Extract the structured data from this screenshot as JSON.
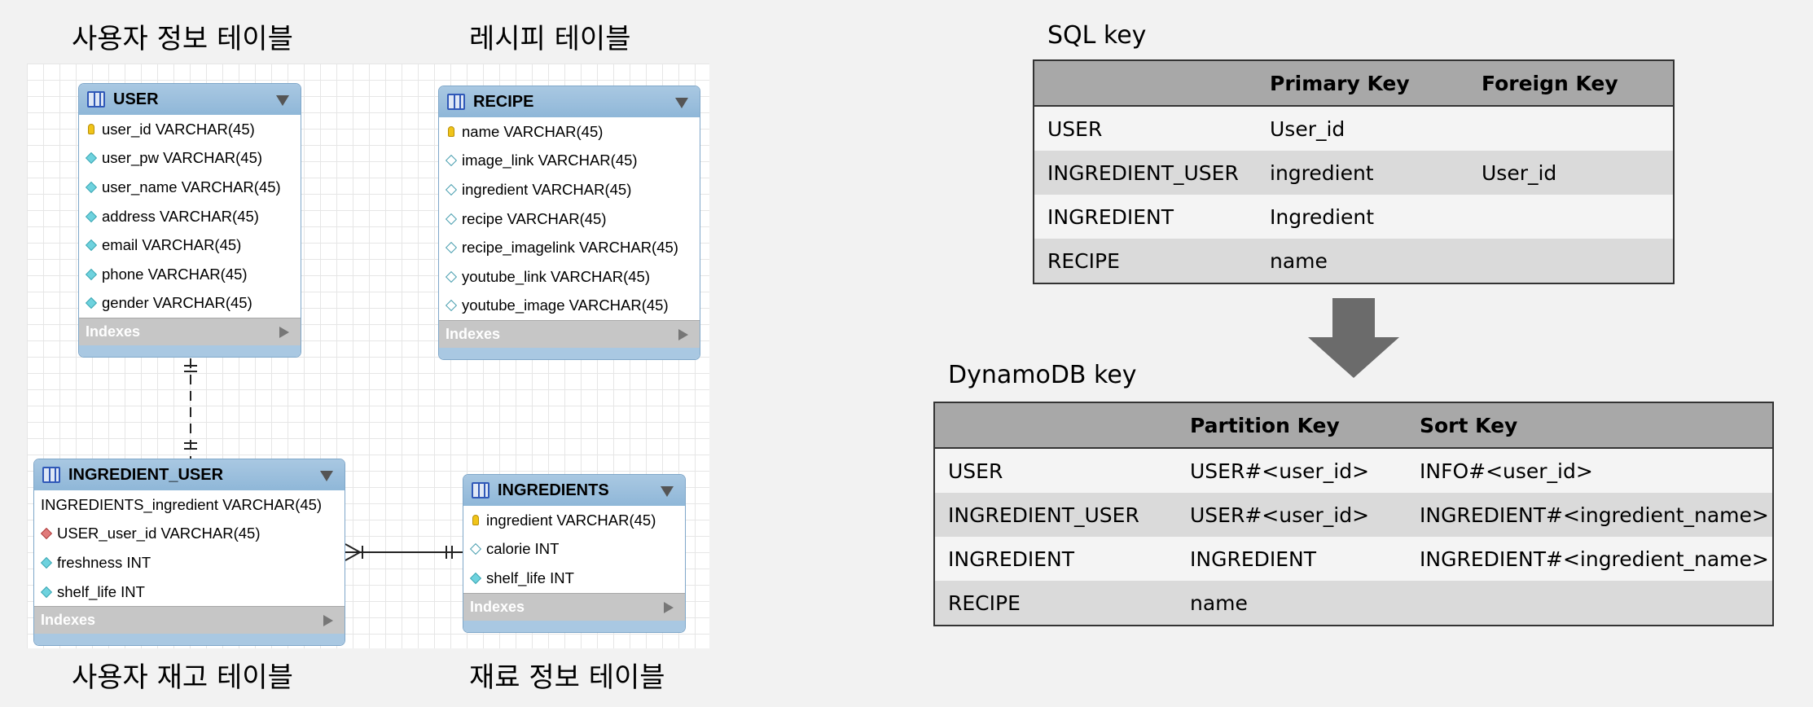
{
  "captions": {
    "user_table": "사용자 정보 테이블",
    "recipe_table": "레시피 테이블",
    "user_stock_table": "사용자 재고 테이블",
    "ingredient_info_table": "재료 정보 테이블"
  },
  "entities": {
    "user": {
      "name": "USER",
      "fields": [
        "user_id VARCHAR(45)",
        "user_pw VARCHAR(45)",
        "user_name VARCHAR(45)",
        "address VARCHAR(45)",
        "email VARCHAR(45)",
        "phone VARCHAR(45)",
        "gender VARCHAR(45)"
      ],
      "indexes_label": "Indexes"
    },
    "recipe": {
      "name": "RECIPE",
      "fields": [
        "name VARCHAR(45)",
        "image_link VARCHAR(45)",
        "ingredient VARCHAR(45)",
        "recipe VARCHAR(45)",
        "recipe_imagelink VARCHAR(45)",
        "youtube_link VARCHAR(45)",
        "youtube_image VARCHAR(45)"
      ],
      "indexes_label": "Indexes"
    },
    "ingredient_user": {
      "name": "INGREDIENT_USER",
      "fields": [
        "INGREDIENTS_ingredient VARCHAR(45)",
        "USER_user_id VARCHAR(45)",
        "freshness INT",
        "shelf_life INT"
      ],
      "indexes_label": "Indexes"
    },
    "ingredients": {
      "name": "INGREDIENTS",
      "fields": [
        "ingredient VARCHAR(45)",
        "calorie INT",
        "shelf_life INT"
      ],
      "indexes_label": "Indexes"
    }
  },
  "sql_key": {
    "title": "SQL key",
    "headers": [
      "",
      "Primary Key",
      "Foreign Key"
    ],
    "rows": [
      [
        "USER",
        "User_id",
        ""
      ],
      [
        "INGREDIENT_USER",
        "ingredient",
        "User_id"
      ],
      [
        "INGREDIENT",
        "Ingredient",
        ""
      ],
      [
        "RECIPE",
        "name",
        ""
      ]
    ]
  },
  "dynamodb_key": {
    "title": "DynamoDB key",
    "headers": [
      "",
      "Partition Key",
      "Sort Key"
    ],
    "rows": [
      [
        "USER",
        "USER#<user_id>",
        "INFO#<user_id>"
      ],
      [
        "INGREDIENT_USER",
        "USER#<user_id>",
        "INGREDIENT#<ingredient_name>"
      ],
      [
        "INGREDIENT",
        "INGREDIENT",
        "INGREDIENT#<ingredient_name>"
      ],
      [
        "RECIPE",
        "name",
        ""
      ]
    ]
  },
  "colors": {
    "entity_header": "#a9c8e2",
    "arrow": "#6b6b6b"
  }
}
